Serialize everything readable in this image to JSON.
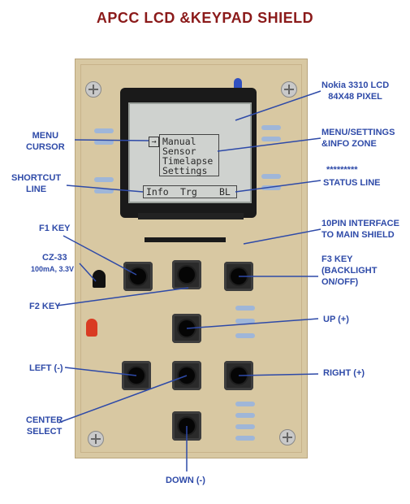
{
  "title": "APCC LCD &KEYPAD SHIELD",
  "labels": {
    "lcd_model": "Nokia 3310 LCD\n84X48 PIXEL",
    "menu_cursor": "MENU\nCURSOR",
    "menu_zone": "MENU/SETTINGS\n&INFO ZONE",
    "shortcut_line": "SHORTCUT\nLINE",
    "status_stars": "*********",
    "status_line": "STATUS LINE",
    "interface": "10PIN INTERFACE\nTO MAIN SHIELD",
    "f1": "F1 KEY",
    "cz": "CZ-33",
    "cz_spec": "100mA, 3.3V",
    "f2": "F2 KEY",
    "f3": "F3 KEY\n(BACKLIGHT\nON/OFF)",
    "up": "UP (+)",
    "left": "LEFT (-)",
    "right": "RIGHT (+)",
    "center": "CENTER\nSELECT",
    "down": "DOWN (-)"
  },
  "lcd": {
    "cursor": "→",
    "menu": [
      "Manual",
      "Sensor",
      "Timelapse",
      "Settings"
    ],
    "shortcuts": [
      "Info",
      "Trg",
      "BL"
    ]
  },
  "colors": {
    "title": "#8b1a1a",
    "label": "#2e4aa8",
    "board": "#d8c8a2"
  }
}
